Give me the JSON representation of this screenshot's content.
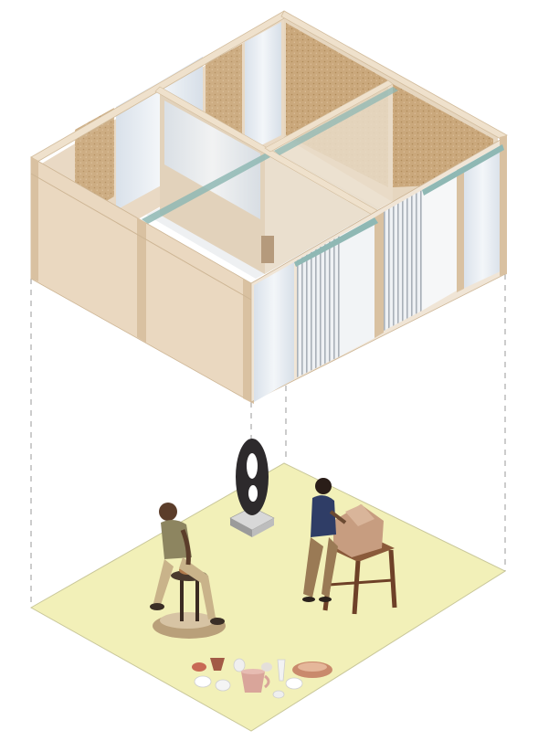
{
  "figure": {
    "kind": "exploded-axonometric-studio-diagram",
    "upper_component": "pavilion-frame",
    "lower_component": "floor-plane",
    "pavilion": {
      "rooms": 4,
      "panel_types": [
        "timber-cladding",
        "translucent-polycarbonate",
        "fluted-glass",
        "cork-textured"
      ],
      "glazed_strip_color": "#8fb8b4"
    },
    "floor": {
      "color": "#f2f0b8",
      "people": [
        "potter-at-wheel",
        "sculptor-at-stand"
      ],
      "objects": [
        "abstract-sculpture-on-plinth",
        "pottery-wheel",
        "carving-stand",
        "ceramic-vessels"
      ]
    },
    "colors": {
      "timber": "#ead8c0",
      "timber_dark": "#d9c1a1",
      "cork": "#c9a679",
      "translucent": "#dfe6ee",
      "guide_line": "#9a9a9a"
    }
  }
}
